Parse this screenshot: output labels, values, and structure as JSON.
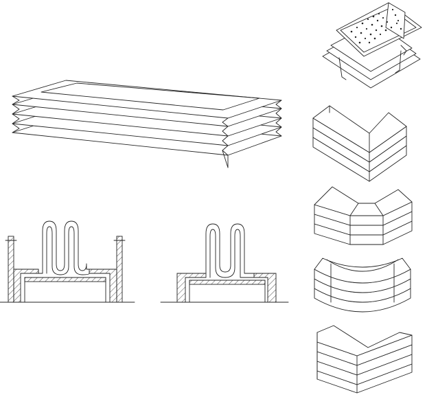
{
  "figure": {
    "background": "#ffffff",
    "line_color": "#222222",
    "items": [
      "flat-folded-bellows-cover",
      "bellows-cross-section-with-end-plates",
      "bellows-cross-section-compact",
      "perforated-bellows-cover",
      "corner-bellows-v-shape",
      "corner-bellows-trapezoid",
      "curved-bellows-segment",
      "angled-bellows-segment"
    ]
  }
}
